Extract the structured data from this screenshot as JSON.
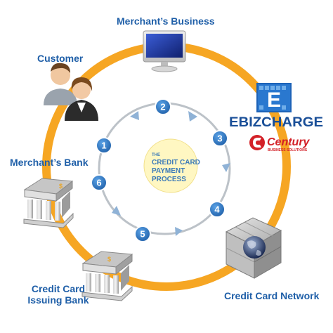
{
  "labels": {
    "merchant_business": "Merchant’s Business",
    "customer": "Customer",
    "merchant_bank": "Merchant’s Bank",
    "issuing_bank_line1": "Credit Card",
    "issuing_bank_line2": "Issuing Bank",
    "card_network": "Credit Card Network"
  },
  "center_badge": {
    "line1": "THE",
    "line2": "CREDIT CARD",
    "line3": "PAYMENT",
    "line4": "PROCESS"
  },
  "steps": [
    "1",
    "2",
    "3",
    "4",
    "5",
    "6"
  ],
  "brands": {
    "ebiz_logo_letter": "E",
    "ebiz_text": "EBIZCHARGE",
    "century_text": "Century",
    "century_sub": "BUSINESS SOLUTIONS"
  },
  "colors": {
    "outer_ring": "#f6a623",
    "inner_ring": "#bcc2c8",
    "step_circle": "#2f78c4",
    "label_blue": "#1f5fa8",
    "badge_fill": "#fff7c2",
    "ebiz_blue": "#1a4f98",
    "century_red": "#d32027"
  },
  "icons": {
    "computer": "computer-monitor-icon",
    "customer": "customer-people-icon",
    "merchant_bank": "bank-building-icon",
    "issuing_bank": "bank-building-icon",
    "network": "network-cube-globe-icon",
    "arrow": "arrow-triangle-icon",
    "dollar": "dollar-sign"
  }
}
